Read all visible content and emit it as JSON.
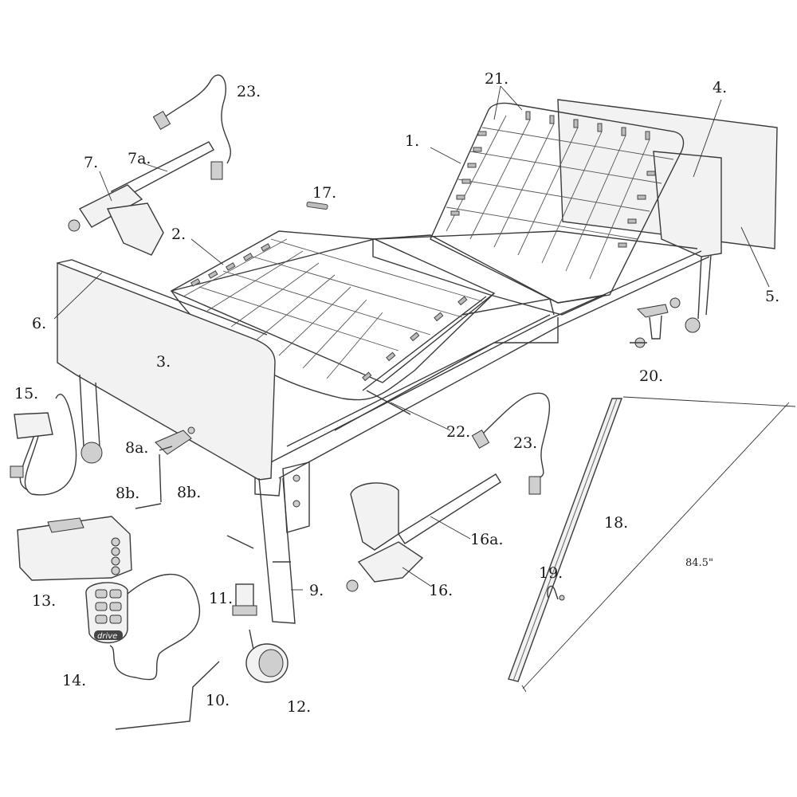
{
  "callouts": {
    "c1": "1.",
    "c2": "2.",
    "c3": "3.",
    "c4": "4.",
    "c5": "5.",
    "c6": "6.",
    "c7": "7.",
    "c7a": "7a.",
    "c8a": "8a.",
    "c8b_left": "8b.",
    "c8b_right": "8b.",
    "c9": "9.",
    "c10": "10.",
    "c11": "11.",
    "c12": "12.",
    "c13": "13.",
    "c14": "14.",
    "c15": "15.",
    "c16": "16.",
    "c16a": "16a.",
    "c17": "17.",
    "c18": "18.",
    "c19": "19.",
    "c20": "20.",
    "c21": "21.",
    "c22": "22.",
    "c23_top": "23.",
    "c23_mid": "23."
  },
  "dimension": "84.5\"",
  "logo": "drive"
}
